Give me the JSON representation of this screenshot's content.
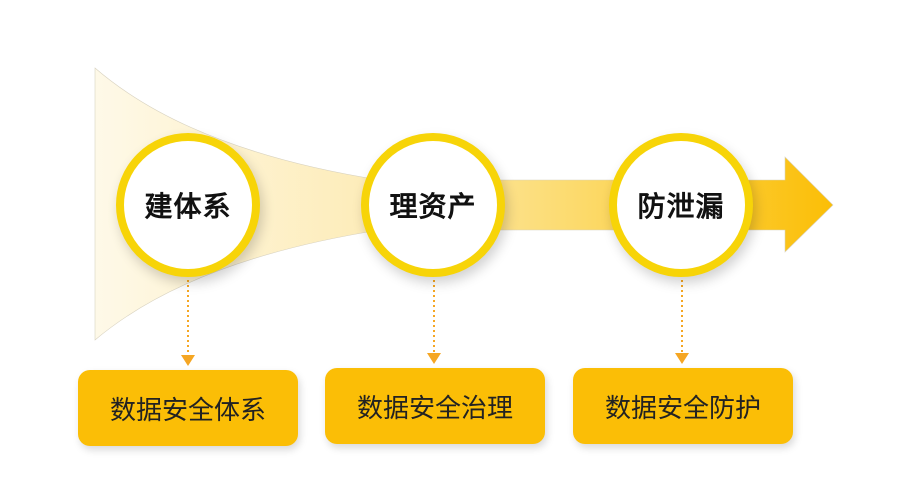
{
  "stages": [
    {
      "label": "建体系",
      "detail": "数据安全体系"
    },
    {
      "label": "理资产",
      "detail": "数据安全治理"
    },
    {
      "label": "防泄漏",
      "detail": "数据安全防护"
    }
  ],
  "colors": {
    "ring": "#F7D408",
    "box": "#FBBE06",
    "arrow": "#FBBE06",
    "connector": "#F5A623"
  }
}
